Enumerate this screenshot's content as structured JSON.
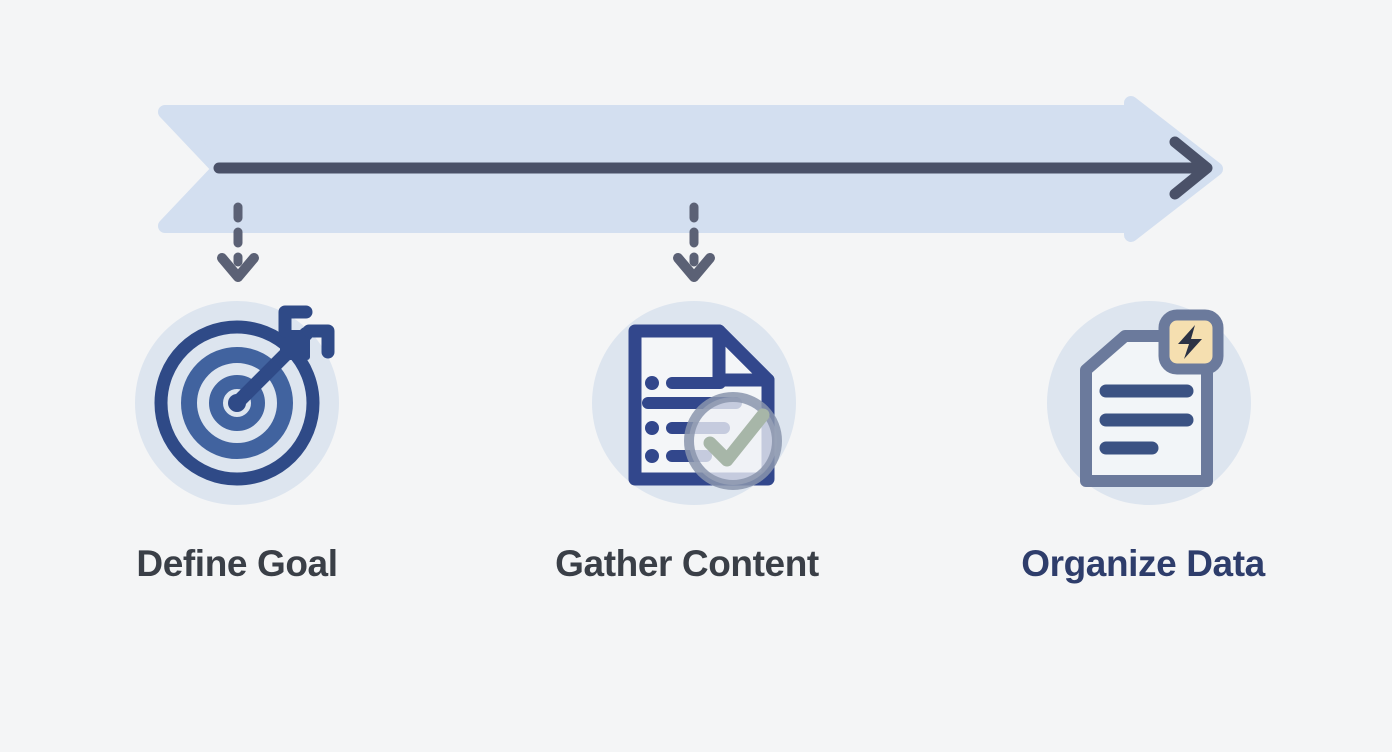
{
  "diagram": {
    "type": "process-timeline",
    "background_color": "#f4f5f6",
    "timeline": {
      "name": "horizontal-progress-arrow",
      "band_color": "#d3dff0",
      "line_color": "#4a5168",
      "direction": "left-to-right"
    },
    "connectors": [
      {
        "name": "dashed-connector-1",
        "target_step": 0,
        "color": "#5b6175",
        "style": "dashed"
      },
      {
        "name": "dashed-connector-2",
        "target_step": 1,
        "color": "#5b6175",
        "style": "dashed"
      }
    ],
    "steps": [
      {
        "index": 1,
        "label": "Define Goal",
        "label_color": "#3a3f47",
        "icon_name": "target-dart-icon",
        "icon_circle_color": "#dde5ef",
        "icon_primary_color": "#3e5fa3",
        "has_connector": true
      },
      {
        "index": 2,
        "label": "Gather Content",
        "label_color": "#3a3f47",
        "icon_name": "document-checklist-check-icon",
        "icon_circle_color": "#dde5ef",
        "icon_primary_color": "#32478c",
        "icon_accent_color": "#a7b6a8",
        "has_connector": true
      },
      {
        "index": 3,
        "label": "Organize Data",
        "label_color": "#2e3d6b",
        "icon_name": "document-lightning-badge-icon",
        "icon_circle_color": "#dde5ef",
        "icon_primary_color": "#6b7a9c",
        "icon_accent_color": "#f5dfb0",
        "has_connector": false
      }
    ]
  }
}
